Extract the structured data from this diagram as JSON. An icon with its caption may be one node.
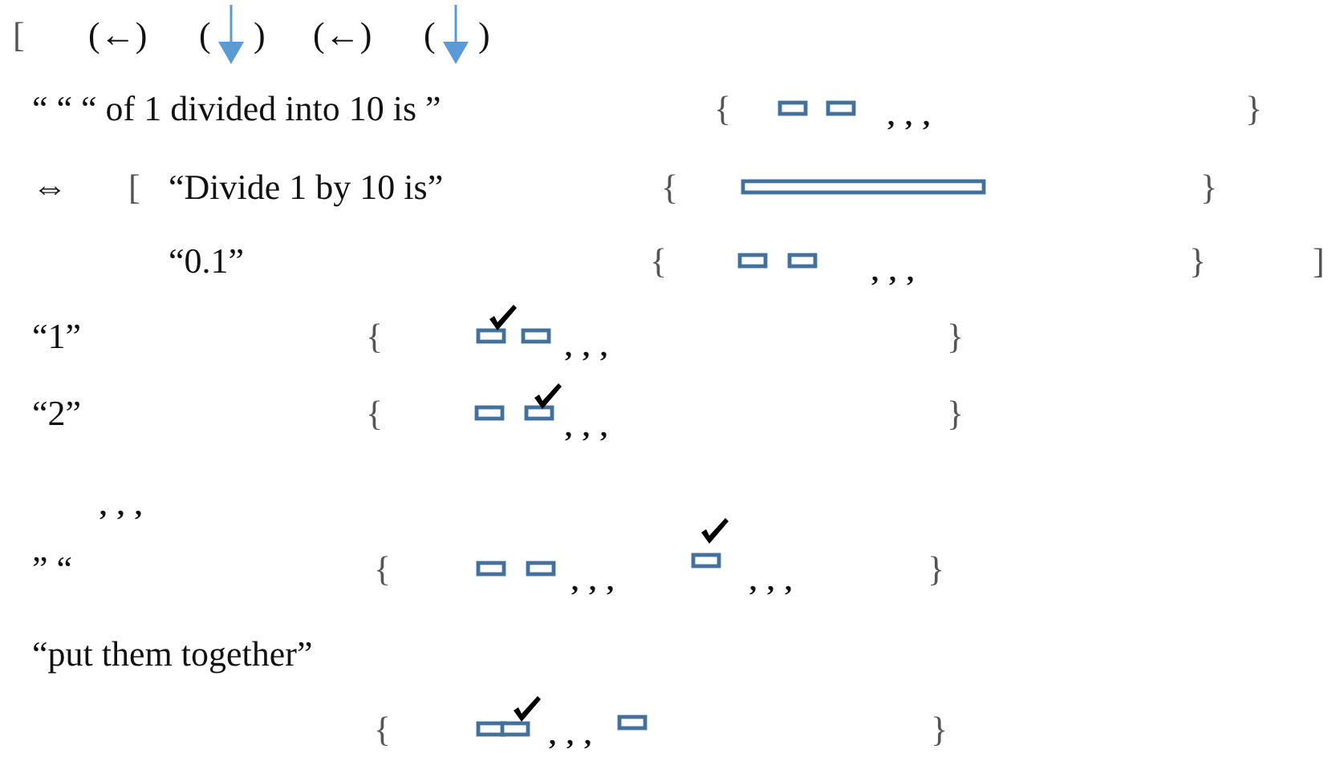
{
  "diagram": {
    "labels": [
      "[",
      "(←)",
      "(",
      ")",
      "(←)",
      "(",
      ")",
      "“ “ “ of 1 divided into 10 is ”",
      "{",
      ", , ,",
      "}",
      "⇔",
      "[",
      "“Divide 1 by 10 is”",
      "{",
      "}",
      "“0.1”",
      "{",
      ", , ,",
      "}",
      "]",
      "“1”",
      "{",
      ", , ,",
      "}",
      "“2”",
      "{",
      ", , ,",
      "}",
      ", , ,",
      "” “",
      "{",
      ", , ,",
      ", , ,",
      "}",
      "“put them together”",
      "{",
      ", , ,",
      "}"
    ]
  }
}
